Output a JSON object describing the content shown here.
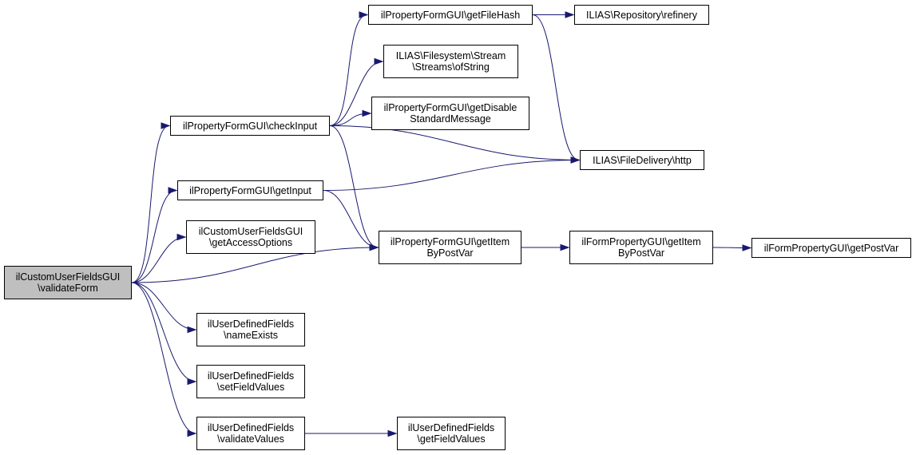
{
  "colors": {
    "edge": "#191970",
    "node_border": "#000000",
    "root_fill": "#bfbfbf",
    "node_fill": "#ffffff"
  },
  "nodes": {
    "root": {
      "lines": [
        "ilCustomUserFieldsGUI",
        "\\validateForm"
      ]
    },
    "check_input": {
      "lines": [
        "ilPropertyFormGUI\\checkInput"
      ]
    },
    "get_input": {
      "lines": [
        "ilPropertyFormGUI\\getInput"
      ]
    },
    "get_access_options": {
      "lines": [
        "ilCustomUserFieldsGUI",
        "\\getAccessOptions"
      ]
    },
    "name_exists": {
      "lines": [
        "ilUserDefinedFields",
        "\\nameExists"
      ]
    },
    "set_field_values": {
      "lines": [
        "ilUserDefinedFields",
        "\\setFieldValues"
      ]
    },
    "validate_values": {
      "lines": [
        "ilUserDefinedFields",
        "\\validateValues"
      ]
    },
    "get_file_hash": {
      "lines": [
        "ilPropertyFormGUI\\getFileHash"
      ]
    },
    "streams_of_string": {
      "lines": [
        "ILIAS\\Filesystem\\Stream",
        "\\Streams\\ofString"
      ]
    },
    "get_disable_standard_message": {
      "lines": [
        "ilPropertyFormGUI\\getDisable",
        "StandardMessage"
      ]
    },
    "form_get_item_by_post_var": {
      "lines": [
        "ilPropertyFormGUI\\getItem",
        "ByPostVar"
      ]
    },
    "get_field_values": {
      "lines": [
        "ilUserDefinedFields",
        "\\getFieldValues"
      ]
    },
    "repository_refinery": {
      "lines": [
        "ILIAS\\Repository\\refinery"
      ]
    },
    "file_delivery_http": {
      "lines": [
        "ILIAS\\FileDelivery\\http"
      ]
    },
    "formprop_get_item_by_post_var": {
      "lines": [
        "ilFormPropertyGUI\\getItem",
        "ByPostVar"
      ]
    },
    "formprop_get_post_var": {
      "lines": [
        "ilFormPropertyGUI\\getPostVar"
      ]
    }
  },
  "edges": [
    [
      "root",
      "check_input"
    ],
    [
      "root",
      "get_input"
    ],
    [
      "root",
      "get_access_options"
    ],
    [
      "root",
      "form_get_item_by_post_var"
    ],
    [
      "root",
      "name_exists"
    ],
    [
      "root",
      "set_field_values"
    ],
    [
      "root",
      "validate_values"
    ],
    [
      "check_input",
      "get_file_hash"
    ],
    [
      "check_input",
      "streams_of_string"
    ],
    [
      "check_input",
      "get_disable_standard_message"
    ],
    [
      "check_input",
      "file_delivery_http"
    ],
    [
      "check_input",
      "form_get_item_by_post_var"
    ],
    [
      "get_input",
      "file_delivery_http"
    ],
    [
      "get_input",
      "form_get_item_by_post_var"
    ],
    [
      "get_file_hash",
      "repository_refinery"
    ],
    [
      "get_file_hash",
      "file_delivery_http"
    ],
    [
      "form_get_item_by_post_var",
      "formprop_get_item_by_post_var"
    ],
    [
      "formprop_get_item_by_post_var",
      "formprop_get_post_var"
    ],
    [
      "validate_values",
      "get_field_values"
    ]
  ]
}
